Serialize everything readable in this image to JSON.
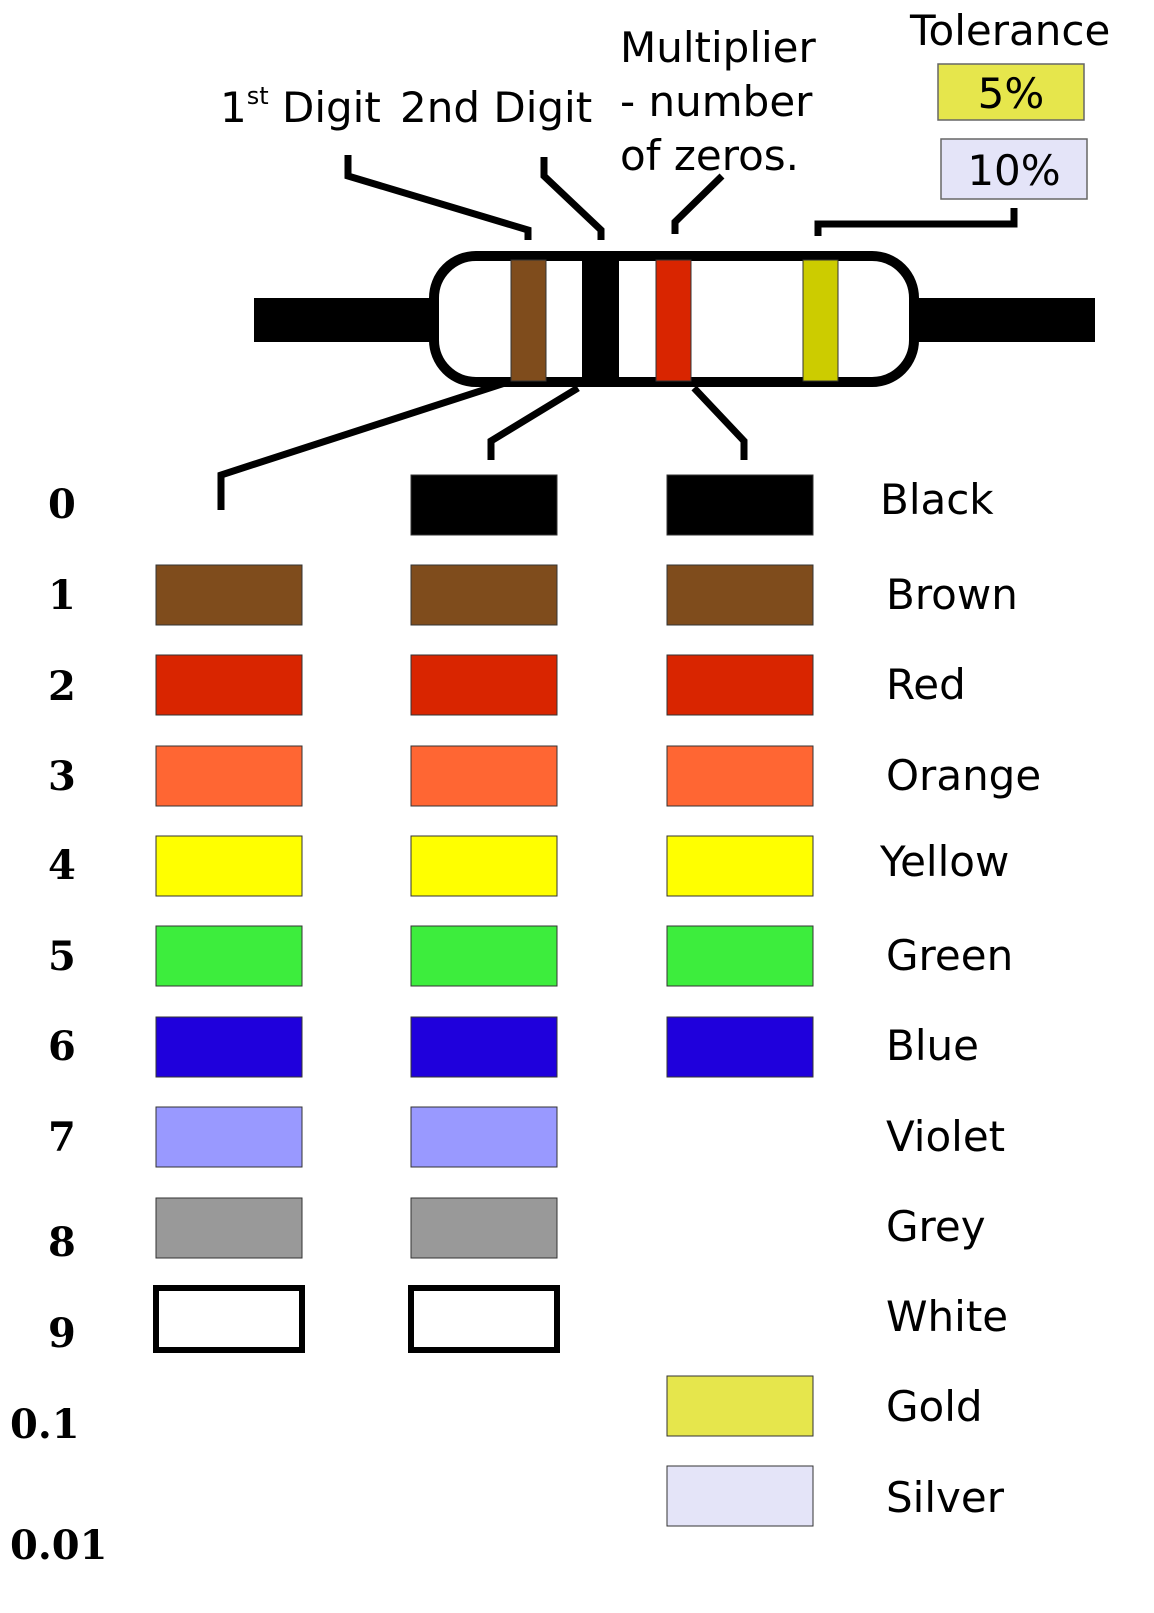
{
  "header": {
    "digit1_label": "1",
    "digit1_sup": "st",
    "digit1_rest": " Digit",
    "digit2_label": "2nd Digit",
    "multiplier_lines": [
      "Multiplier",
      "- number",
      "of zeros."
    ],
    "tolerance_label": "Tolerance",
    "tolerance_5": "5%",
    "tolerance_10": "10%"
  },
  "resistor": {
    "bands": [
      "brown",
      "black",
      "red",
      "gold"
    ]
  },
  "colors": {
    "black": "#000000",
    "brown": "#7f4c1c",
    "red": "#d92500",
    "orange": "#ff6633",
    "yellow": "#ffff00",
    "green": "#3ded3d",
    "blue": "#1f00dc",
    "violet": "#9999ff",
    "grey": "#999999",
    "white": "#ffffff",
    "gold": "#e6e64c",
    "silver": "#e4e4f8",
    "band_gold": "#cccc00"
  },
  "rows": [
    {
      "value": "0",
      "name": "Black",
      "key": "black",
      "digit1": false,
      "digit2": true,
      "multiplier": true
    },
    {
      "value": "1",
      "name": "Brown",
      "key": "brown",
      "digit1": true,
      "digit2": true,
      "multiplier": true
    },
    {
      "value": "2",
      "name": "Red",
      "key": "red",
      "digit1": true,
      "digit2": true,
      "multiplier": true
    },
    {
      "value": "3",
      "name": "Orange",
      "key": "orange",
      "digit1": true,
      "digit2": true,
      "multiplier": true
    },
    {
      "value": "4",
      "name": "Yellow",
      "key": "yellow",
      "digit1": true,
      "digit2": true,
      "multiplier": true
    },
    {
      "value": "5",
      "name": "Green",
      "key": "green",
      "digit1": true,
      "digit2": true,
      "multiplier": true
    },
    {
      "value": "6",
      "name": "Blue",
      "key": "blue",
      "digit1": true,
      "digit2": true,
      "multiplier": true
    },
    {
      "value": "7",
      "name": "Violet",
      "key": "violet",
      "digit1": true,
      "digit2": true,
      "multiplier": false
    },
    {
      "value": "8",
      "name": "Grey",
      "key": "grey",
      "digit1": true,
      "digit2": true,
      "multiplier": false
    },
    {
      "value": "9",
      "name": "White",
      "key": "white",
      "digit1": true,
      "digit2": true,
      "multiplier": false
    },
    {
      "value": "0.1",
      "name": "Gold",
      "key": "gold",
      "digit1": false,
      "digit2": false,
      "multiplier": true
    },
    {
      "value": "0.01",
      "name": "Silver",
      "key": "silver",
      "digit1": false,
      "digit2": false,
      "multiplier": true
    }
  ]
}
